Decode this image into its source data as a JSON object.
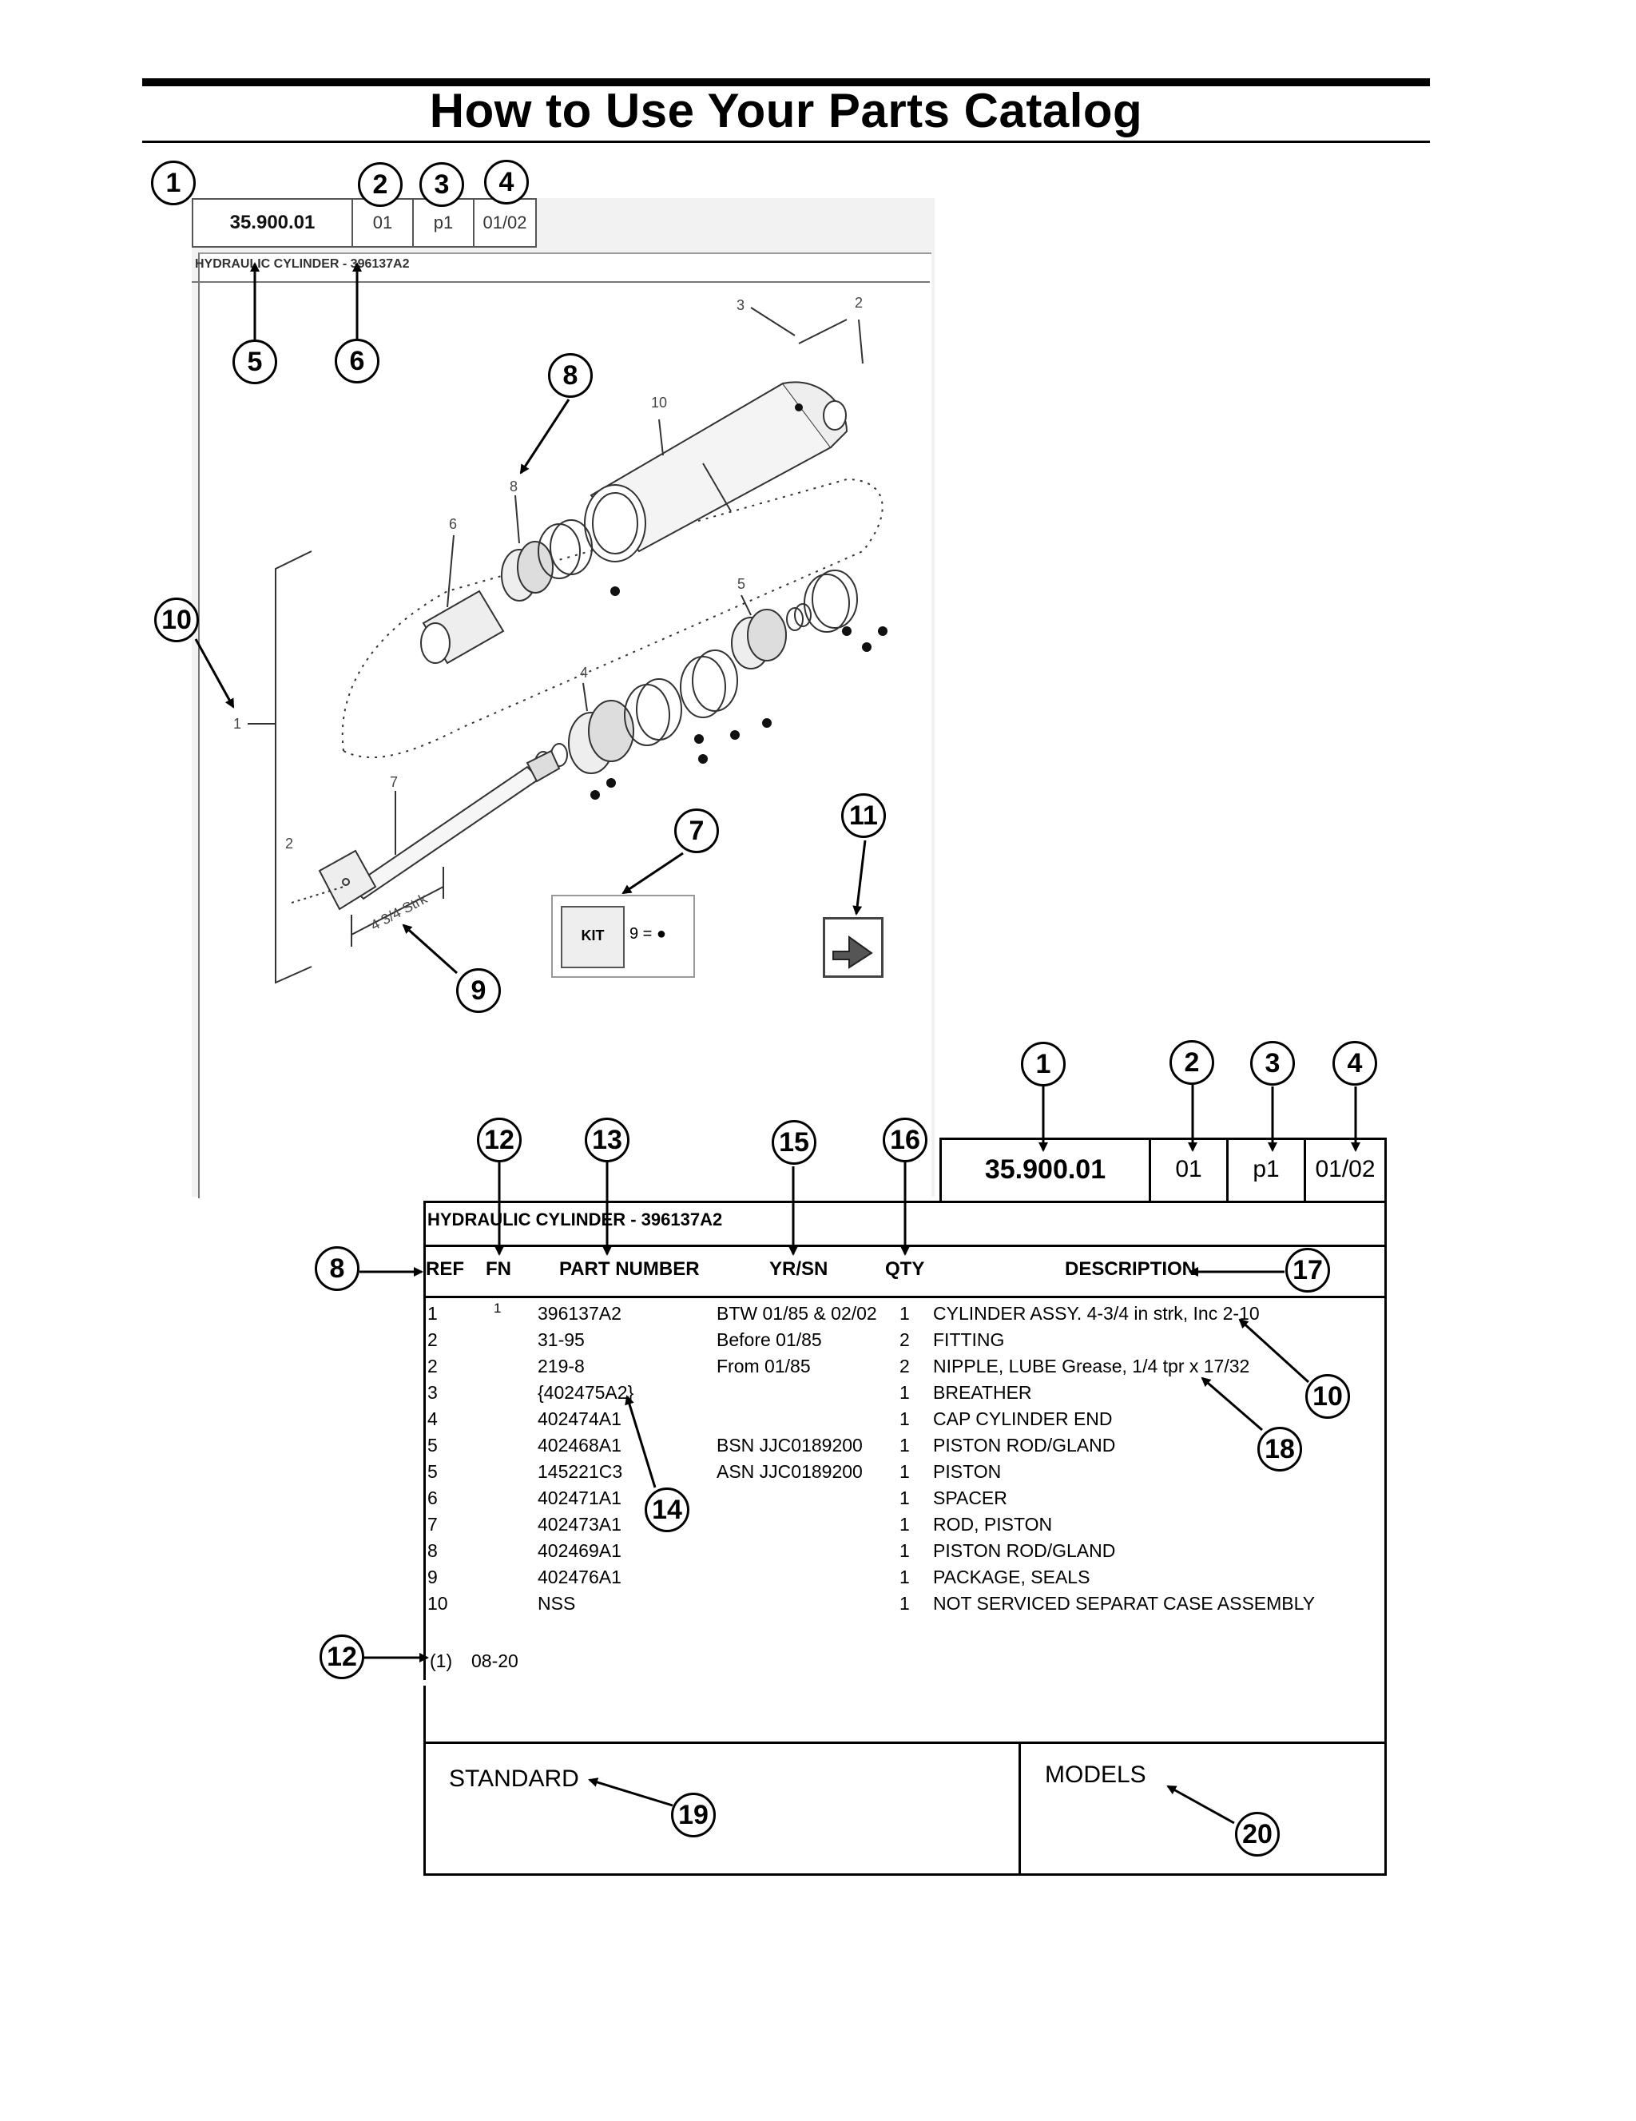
{
  "page": {
    "title": "How to Use Your Parts Catalog"
  },
  "catalog_header": {
    "section": "35.900.01",
    "page_code": "01",
    "page_index": "p1",
    "date": "01/02"
  },
  "illustration": {
    "caption": "HYDRAULIC CYLINDER - 396137A2",
    "part_labels": [
      "3",
      "2",
      "10",
      "8",
      "6",
      "5",
      "4",
      "1",
      "7",
      "2"
    ],
    "stroke_label": "4 3/4 Strk",
    "kit_icon_text": "KIT",
    "kit_legend": "9 = ●"
  },
  "parts_list": {
    "caption": "HYDRAULIC CYLINDER - 396137A2",
    "headers": {
      "ref": "REF",
      "fn": "FN",
      "part_number": "PART NUMBER",
      "yr_sn": "YR/SN",
      "qty": "QTY",
      "description": "DESCRIPTION"
    },
    "rows": [
      {
        "ref": "1",
        "fn": "1",
        "part": "396137A2",
        "yrsn": "BTW 01/85 & 02/02",
        "qty": "1",
        "desc": "CYLINDER ASSY. 4-3/4 in strk, Inc 2-10"
      },
      {
        "ref": "2",
        "fn": "",
        "part": "31-95",
        "yrsn": "Before 01/85",
        "qty": "2",
        "desc": "FITTING"
      },
      {
        "ref": "2",
        "fn": "",
        "part": "219-8",
        "yrsn": "From 01/85",
        "qty": "2",
        "desc": "NIPPLE, LUBE Grease, 1/4 tpr x 17/32"
      },
      {
        "ref": "3",
        "fn": "",
        "part": "{402475A2}",
        "yrsn": "",
        "qty": "1",
        "desc": "BREATHER"
      },
      {
        "ref": "4",
        "fn": "",
        "part": "402474A1",
        "yrsn": "",
        "qty": "1",
        "desc": "CAP CYLINDER END"
      },
      {
        "ref": "5",
        "fn": "",
        "part": "402468A1",
        "yrsn": "BSN JJC0189200",
        "qty": "1",
        "desc": "PISTON ROD/GLAND"
      },
      {
        "ref": "5",
        "fn": "",
        "part": "145221C3",
        "yrsn": "ASN JJC0189200",
        "qty": "1",
        "desc": "PISTON"
      },
      {
        "ref": "6",
        "fn": "",
        "part": "402471A1",
        "yrsn": "",
        "qty": "1",
        "desc": "SPACER"
      },
      {
        "ref": "7",
        "fn": "",
        "part": "402473A1",
        "yrsn": "",
        "qty": "1",
        "desc": "ROD, PISTON"
      },
      {
        "ref": "8",
        "fn": "",
        "part": "402469A1",
        "yrsn": "",
        "qty": "1",
        "desc": "PISTON ROD/GLAND"
      },
      {
        "ref": "9",
        "fn": "",
        "part": "402476A1",
        "yrsn": "",
        "qty": "1",
        "desc": "PACKAGE, SEALS"
      },
      {
        "ref": "10",
        "fn": "",
        "part": "NSS",
        "yrsn": "",
        "qty": "1",
        "desc": "NOT SERVICED SEPARAT CASE ASSEMBLY"
      }
    ],
    "footnote": {
      "marker": "(1)",
      "text": "08-20"
    },
    "standard_label": "STANDARD",
    "models_label": "MODELS"
  },
  "callouts": {
    "c1": "1",
    "c2": "2",
    "c3": "3",
    "c4": "4",
    "c5": "5",
    "c6": "6",
    "c7": "7",
    "c8": "8",
    "c9": "9",
    "c10": "10",
    "c11": "11",
    "c12": "12",
    "c13": "13",
    "c14": "14",
    "c15": "15",
    "c16": "16",
    "c17": "17",
    "c18": "18",
    "c19": "19",
    "c20": "20"
  }
}
